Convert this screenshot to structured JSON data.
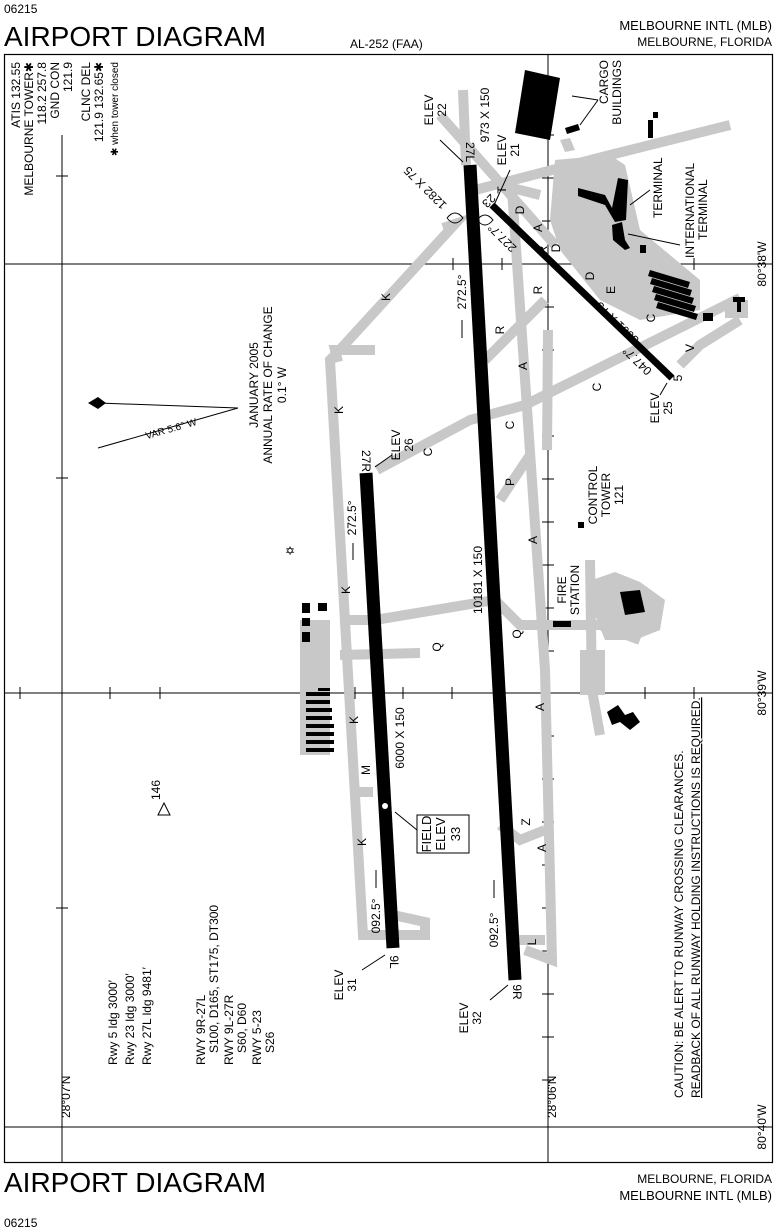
{
  "header": {
    "chart_number": "06215",
    "title": "AIRPORT DIAGRAM",
    "procedure_id": "AL-252 (FAA)",
    "airport_name": "MELBOURNE INTL (MLB)",
    "city_state": "MELBOURNE, FLORIDA"
  },
  "footer": {
    "chart_number": "06215",
    "title": "AIRPORT DIAGRAM",
    "airport_name": "MELBOURNE INTL (MLB)",
    "city_state": "MELBOURNE, FLORIDA"
  },
  "frequencies": [
    "ATIS 132.55",
    "MELBOURNE TOWER✱",
    "118.2 257.8",
    "GND CON",
    "121.9",
    "CLNC DEL",
    "121.9 132.65✱",
    "✱ when tower closed"
  ],
  "coordinates": {
    "lon_38": "80°38'W",
    "lon_39": "80°39'W",
    "lon_40": "80°40'W",
    "lat_07": "28°07'N",
    "lat_06": "28°06'N"
  },
  "magnetic": {
    "var": "VAR 5.6° W",
    "date": "JANUARY 2005",
    "rate_label": "ANNUAL RATE OF CHANGE",
    "rate": "0.1° W"
  },
  "runways": {
    "r27l": {
      "id": "27L",
      "elev_label": "ELEV",
      "elev": "22",
      "dims": "973 X 150"
    },
    "r23": {
      "id": "23",
      "elev_label": "ELEV",
      "elev": "21",
      "heading": "227.7°"
    },
    "r5": {
      "id": "5",
      "elev_label": "ELEV",
      "elev": "25",
      "heading": "047.7°",
      "dims": "3001 X 75"
    },
    "overrun": "1282 X 75",
    "r9r27l": {
      "heading_w": "272.5°",
      "dims": "10181 X 150",
      "heading_e": "092.5°"
    },
    "r9r": {
      "id": "9R",
      "elev_label": "ELEV",
      "elev": "32"
    },
    "r27r": {
      "id": "27R",
      "elev_label": "ELEV",
      "elev": "26",
      "heading_w": "272.5°"
    },
    "r9l27r": {
      "dims": "6000 X 150",
      "heading_e": "092.5°"
    },
    "r9l": {
      "id": "9L",
      "elev_label": "ELEV",
      "elev": "31"
    }
  },
  "field_elev": {
    "line1": "FIELD",
    "line2": "ELEV",
    "value": "33"
  },
  "taxiways": {
    "K": "K",
    "C": "C",
    "R": "R",
    "A": "A",
    "D": "D",
    "E": "E",
    "T": "T",
    "P": "P",
    "Q": "Q",
    "M": "M",
    "Z": "Z",
    "L": "L",
    "V": "V"
  },
  "facilities": {
    "cargo1": "CARGO",
    "cargo2": "BUILDINGS",
    "terminal": "TERMINAL",
    "intl1": "INTERNATIONAL",
    "intl2": "TERMINAL",
    "tower1": "CONTROL",
    "tower2": "TOWER",
    "tower_freq": "121",
    "fire1": "FIRE",
    "fire2": "STATION"
  },
  "obstacle_elev": "146",
  "notes": {
    "ldg": [
      "Rwy 5 ldg 3000′",
      "Rwy 23 ldg 3000′",
      "Rwy 27L ldg 9481′"
    ],
    "strength": [
      "RWY 9R-27L",
      "S100, D165, ST175, DT300",
      "RWY 9L-27R",
      "S60, D60",
      "RWY 5-23",
      "S26"
    ],
    "caution1": "CAUTION: BE ALERT TO RUNWAY CROSSING CLEARANCES.",
    "caution2": "READBACK OF ALL RUNWAY HOLDING INSTRUCTIONS IS REQUIRED."
  }
}
